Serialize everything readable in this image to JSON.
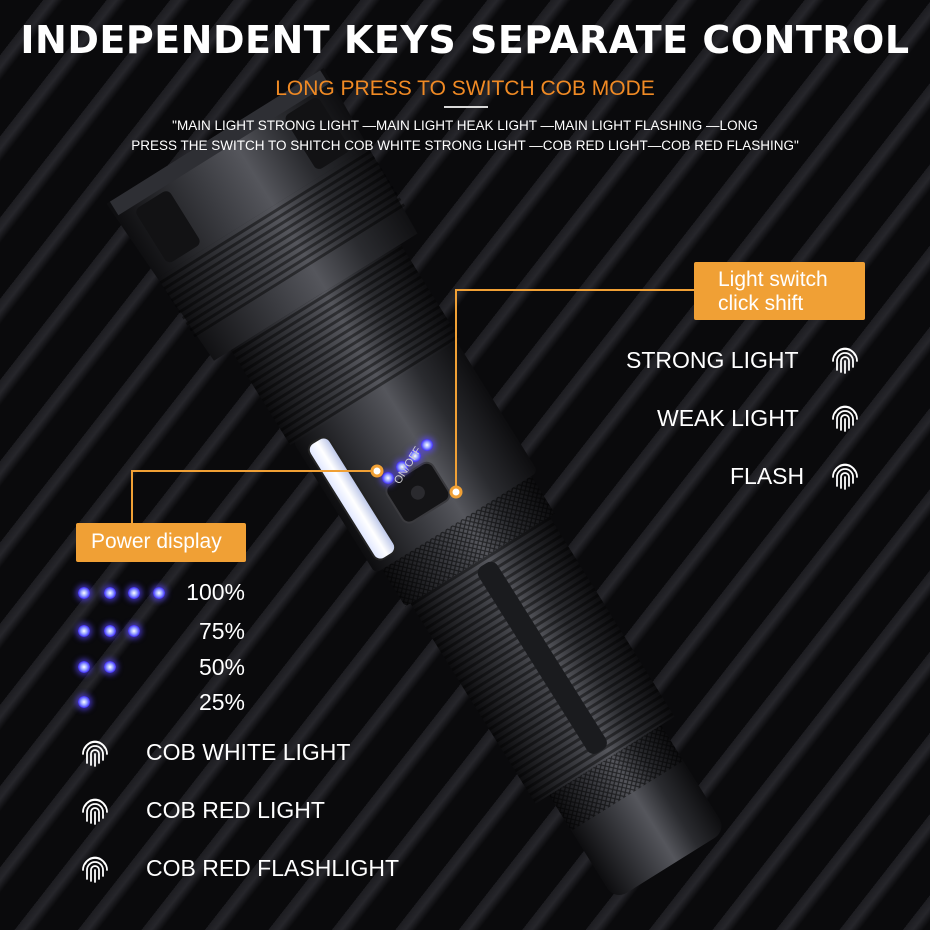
{
  "headline": "INDEPENDENT KEYS SEPARATE CONTROL",
  "subheading": "LONG PRESS TO SWITCH COB MODE",
  "mode_sequence": {
    "line1": "\"MAIN LIGHT STRONG LIGHT —MAIN LIGHT HEAK LIGHT —MAIN LIGHT FLASHING —LONG",
    "line2": "PRESS THE SWITCH TO SHITCH COB WHITE STRONG LIGHT —COB RED LIGHT—COB RED FLASHING\""
  },
  "light_switch": {
    "callout_line1": "Light switch",
    "callout_line2": "click shift",
    "modes": [
      "STRONG LIGHT",
      "WEAK LIGHT",
      "FLASH"
    ]
  },
  "power_display": {
    "callout": "Power display",
    "levels": [
      {
        "label": "100%",
        "dots": 4
      },
      {
        "label": "75%",
        "dots": 3
      },
      {
        "label": "50%",
        "dots": 2
      },
      {
        "label": "25%",
        "dots": 1
      }
    ]
  },
  "cob_modes": [
    "COB WHITE LIGHT",
    "COB RED LIGHT",
    "COB RED FLASHLIGHT"
  ],
  "flashlight": {
    "button_label": "ON/OFF"
  },
  "icons": {
    "mode_icon": "fingerprint-icon",
    "level_icon": "led-dot-icon"
  },
  "colors": {
    "accent": "#f0a035",
    "subheading": "#f08a24",
    "led": "#4b3cff",
    "background": "#0b0b0d"
  }
}
